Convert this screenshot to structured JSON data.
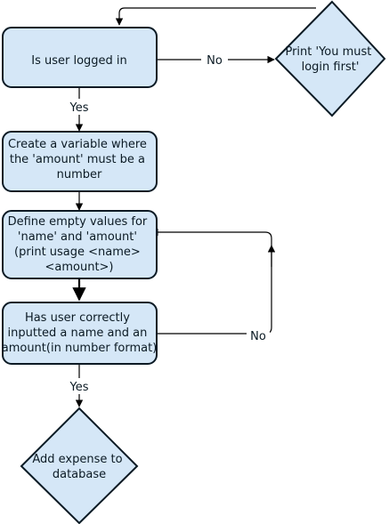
{
  "nodes": {
    "logged_in": {
      "lines": [
        "Is user logged in"
      ]
    },
    "print_login": {
      "lines": [
        "Print 'You must",
        "login first'"
      ]
    },
    "create_variable": {
      "lines": [
        "Create a variable where",
        "the 'amount' must be a",
        "number"
      ]
    },
    "define_empty": {
      "lines": [
        "Define empty values for",
        "'name' and 'amount'",
        "(print usage <name>",
        "<amount>)"
      ]
    },
    "has_input": {
      "lines": [
        "Has user correctly",
        "inputted a name and an",
        "amount(in number format)"
      ]
    },
    "add_expense": {
      "lines": [
        "Add expense to",
        "database"
      ]
    }
  },
  "edges": {
    "login_no": "No",
    "login_yes": "Yes",
    "input_no": "No",
    "input_yes": "Yes"
  }
}
